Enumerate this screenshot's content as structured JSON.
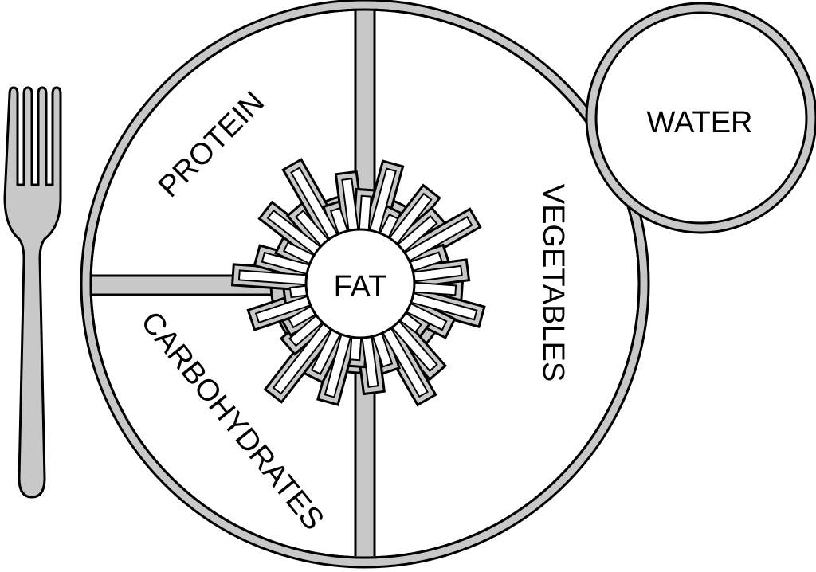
{
  "labels": {
    "protein": "PROTEIN",
    "vegetables": "VEGETABLES",
    "carbohydrates": "CARBOHYDRATES",
    "fat": "FAT",
    "water": "WATER"
  },
  "colors": {
    "outline": "#000000",
    "fill_gray": "#c8c8c8",
    "background": "#ffffff"
  },
  "icons": {
    "utensil": "fork-icon",
    "plate": "plate-icon",
    "glass": "water-glass-icon",
    "burst": "fat-burst-icon"
  }
}
